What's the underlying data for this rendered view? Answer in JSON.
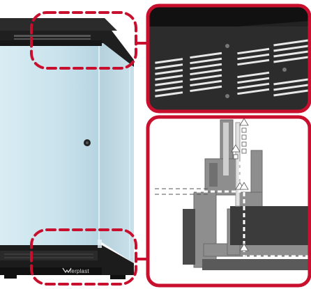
{
  "product": {
    "brand_label": "ferplast"
  },
  "callouts": [
    {
      "icon": "ventilation-grille-closeup"
    },
    {
      "icon": "airflow-cross-section-diagram"
    }
  ],
  "colors": {
    "highlight": "#c8102e",
    "frame": "#1d1d1d",
    "glass": "#cfe6ef",
    "detail_bg": "#3a3a3a",
    "section_gray": "#8e8e8e"
  }
}
